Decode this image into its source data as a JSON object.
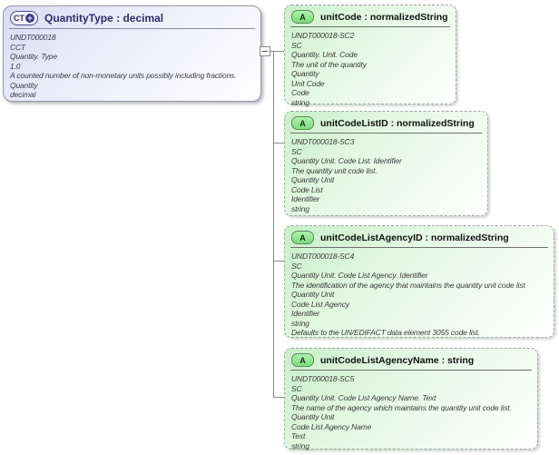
{
  "diagram": {
    "icons": {
      "complex_type_label": "CT",
      "plus_label": "+",
      "attribute_label": "A"
    },
    "colors": {
      "complex_type_fill": "#dadaf4",
      "complex_type_title": "#2f2f6e",
      "attribute_fill": "#c9efc9",
      "attribute_icon_fill": "#7fda7f",
      "border_gray": "#a2a2a2",
      "connector_gray": "#8a8a8a"
    },
    "root": {
      "title": "QuantityType : decimal",
      "rows": [
        "UNDT000018",
        "CCT",
        "Quantity. Type",
        "1.0",
        "A counted number of non-monetary units possibly including fractions.",
        "Quantity",
        "decimal"
      ]
    },
    "attributes": [
      {
        "title": "unitCode : normalizedString",
        "rows": [
          "UNDT000018-SC2",
          "SC",
          "Quantity. Unit. Code",
          "The unit of the quantity",
          "Quantity",
          "Unit Code",
          "Code",
          "string"
        ]
      },
      {
        "title": "unitCodeListID : normalizedString",
        "rows": [
          "UNDT000018-SC3",
          "SC",
          "Quantity Unit. Code List. Identifier",
          "The quantity unit code list.",
          "Quantity Unit",
          "Code List",
          "Identifier",
          "string"
        ]
      },
      {
        "title": "unitCodeListAgencyID : normalizedString",
        "rows": [
          "UNDT000018-SC4",
          "SC",
          "Quantity Unit. Code List Agency. Identifier",
          "The identification of the agency that maintains the quantity unit code list",
          "Quantity Unit",
          "Code List Agency",
          "Identifier",
          "string",
          "Defaults to the UN/EDIFACT data element 3055 code list."
        ]
      },
      {
        "title": "unitCodeListAgencyName : string",
        "rows": [
          "UNDT000018-SC5",
          "SC",
          "Quantity Unit. Code List Agency Name. Text",
          "The name of the agency which maintains the quantity unit code list.",
          "Quantity Unit",
          "Code List Agency Name",
          "Text",
          "string"
        ]
      }
    ]
  }
}
